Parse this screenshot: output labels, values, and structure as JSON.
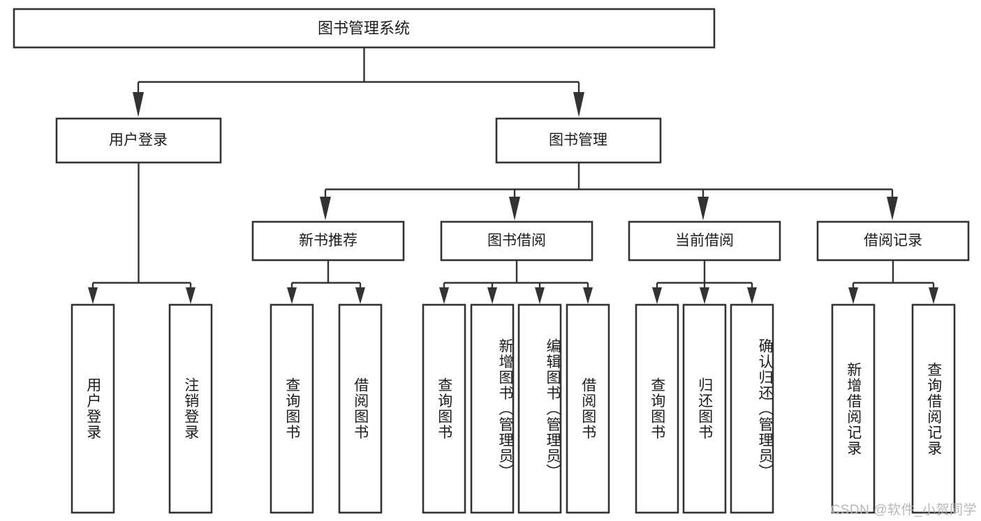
{
  "diagram": {
    "title": "图书管理系统",
    "type": "tree-hierarchy",
    "watermark": "CSDN @软件_小贺同学",
    "colors": {
      "stroke": "#333333",
      "fill": "#ffffff",
      "text": "#1c1c1c",
      "watermark": "#b8b8b8"
    },
    "levels": {
      "root": {
        "label": "图书管理系统"
      },
      "level2": [
        {
          "id": "user-login",
          "label": "用户登录"
        },
        {
          "id": "book-management",
          "label": "图书管理"
        }
      ],
      "level3": [
        {
          "id": "new-book-recommend",
          "label": "新书推荐",
          "parent": "book-management"
        },
        {
          "id": "book-borrow",
          "label": "图书借阅",
          "parent": "book-management"
        },
        {
          "id": "current-borrow",
          "label": "当前借阅",
          "parent": "book-management"
        },
        {
          "id": "borrow-record",
          "label": "借阅记录",
          "parent": "book-management"
        }
      ],
      "leaves": [
        {
          "id": "leaf-user-login",
          "label": "用户登录",
          "parent": "user-login"
        },
        {
          "id": "leaf-logout",
          "label": "注销登录",
          "parent": "user-login"
        },
        {
          "id": "leaf-query-book-1",
          "label": "查询图书",
          "parent": "new-book-recommend"
        },
        {
          "id": "leaf-borrow-book-1",
          "label": "借阅图书",
          "parent": "new-book-recommend"
        },
        {
          "id": "leaf-query-book-2",
          "label": "查询图书",
          "parent": "book-borrow"
        },
        {
          "id": "leaf-add-book",
          "label": "新增图书（管理员）",
          "parent": "book-borrow"
        },
        {
          "id": "leaf-edit-book",
          "label": "编辑图书（管理员）",
          "parent": "book-borrow"
        },
        {
          "id": "leaf-borrow-book-2",
          "label": "借阅图书",
          "parent": "book-borrow"
        },
        {
          "id": "leaf-query-book-3",
          "label": "查询图书",
          "parent": "current-borrow"
        },
        {
          "id": "leaf-return-book",
          "label": "归还图书",
          "parent": "current-borrow"
        },
        {
          "id": "leaf-confirm-return",
          "label": "确认归还（管理员）",
          "parent": "current-borrow"
        },
        {
          "id": "leaf-add-record",
          "label": "新增借阅记录",
          "parent": "borrow-record"
        },
        {
          "id": "leaf-query-record",
          "label": "查询借阅记录",
          "parent": "borrow-record"
        }
      ]
    }
  }
}
